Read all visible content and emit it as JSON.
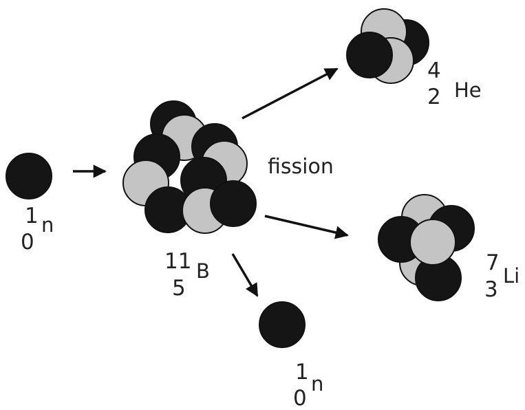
{
  "labels": {
    "incoming_neutron": {
      "mass": "1",
      "atomic": "0",
      "symbol": "n"
    },
    "boron": {
      "mass": "11",
      "atomic": "5",
      "symbol": "B"
    },
    "helium": {
      "mass": "4",
      "atomic": "2",
      "symbol": "He"
    },
    "lithium": {
      "mass": "7",
      "atomic": "3",
      "symbol": "Li"
    },
    "outgoing_neutron": {
      "mass": "1",
      "atomic": "0",
      "symbol": "n"
    },
    "process": "fission"
  },
  "colors": {
    "neutron": "#151515",
    "proton": "#c4c4c4",
    "outline": "#111111",
    "arrow": "#111111"
  }
}
